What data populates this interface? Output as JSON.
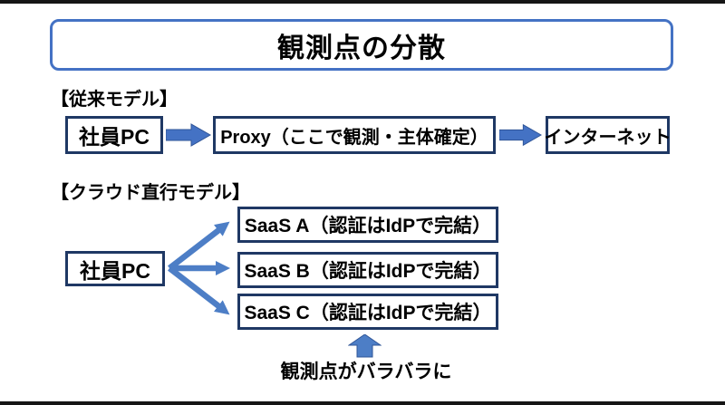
{
  "title": "観測点の分散",
  "legacy": {
    "heading": "【従来モデル】",
    "source": "社員PC",
    "proxy": "Proxy（ここで観測・主体確定）",
    "internet": "インターネット"
  },
  "cloud": {
    "heading": "【クラウド直行モデル】",
    "source": "社員PC",
    "saas_a": "SaaS A（認証はIdPで完結）",
    "saas_b": "SaaS B（認証はIdPで完結）",
    "saas_c": "SaaS C（認証はIdPで完結）",
    "annotation": "観測点がバラバラに"
  },
  "icons": {
    "arrow_right": "right-block-arrow",
    "fan_arrows": "three-branch-arrows",
    "arrow_up": "up-block-arrow"
  },
  "colors": {
    "box_border": "#1f3864",
    "title_border": "#4472c4",
    "arrow_fill": "#4472c4",
    "arrow_stroke": "#2f5597",
    "fan_arrow": "#4d7ec6",
    "edge_bar": "#161616",
    "background": "#ffffff",
    "text": "#000000"
  }
}
